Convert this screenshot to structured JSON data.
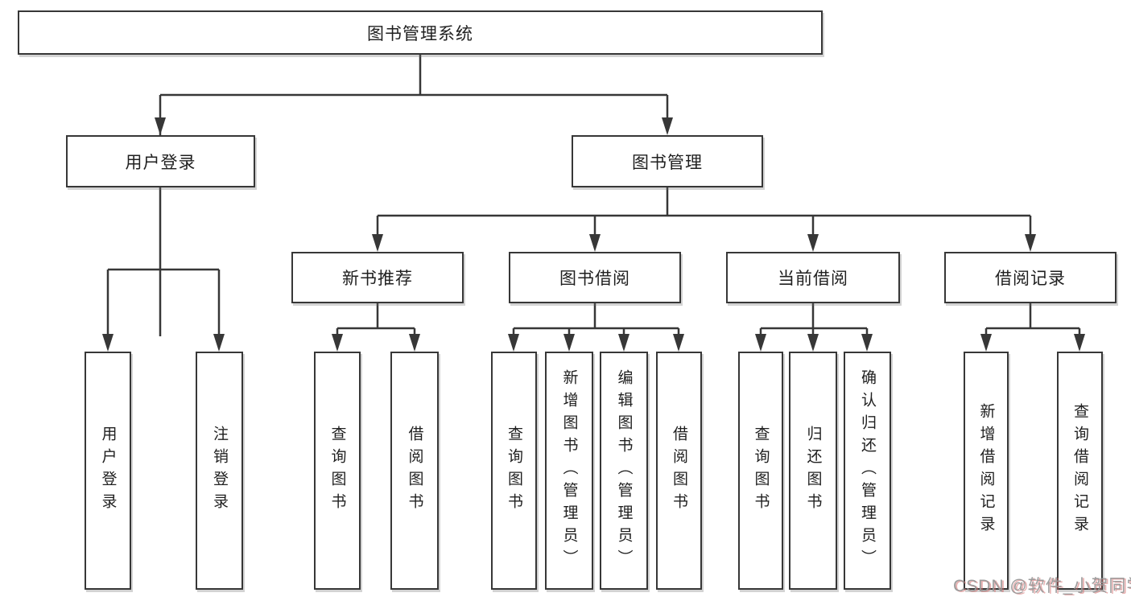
{
  "diagram_type": "function-structure-tree",
  "colors": {
    "line": "#373737",
    "box_border": "#373737",
    "box_background": "#ffffff",
    "text": "#1f1f1f",
    "watermark_gray": "#989898",
    "watermark_red_shadow": "#d36e6e"
  },
  "tree": {
    "root": {
      "label": "图书管理系统",
      "children": [
        {
          "label": "用户登录",
          "children": [
            {
              "label": "用户登录"
            },
            {
              "label": "注销登录"
            }
          ]
        },
        {
          "label": "图书管理",
          "children": [
            {
              "label": "新书推荐",
              "children": [
                {
                  "label": "查询图书"
                },
                {
                  "label": "借阅图书"
                }
              ]
            },
            {
              "label": "图书借阅",
              "children": [
                {
                  "label": "查询图书"
                },
                {
                  "label": "新增图书（管理员）"
                },
                {
                  "label": "编辑图书（管理员）"
                },
                {
                  "label": "借阅图书"
                }
              ]
            },
            {
              "label": "当前借阅",
              "children": [
                {
                  "label": "查询图书"
                },
                {
                  "label": "归还图书"
                },
                {
                  "label": "确认归还（管理员）"
                }
              ]
            },
            {
              "label": "借阅记录",
              "children": [
                {
                  "label": "新增借阅记录"
                },
                {
                  "label": "查询借阅记录"
                }
              ]
            }
          ]
        }
      ]
    }
  },
  "watermark": "CSDN @软件_小贺同学"
}
